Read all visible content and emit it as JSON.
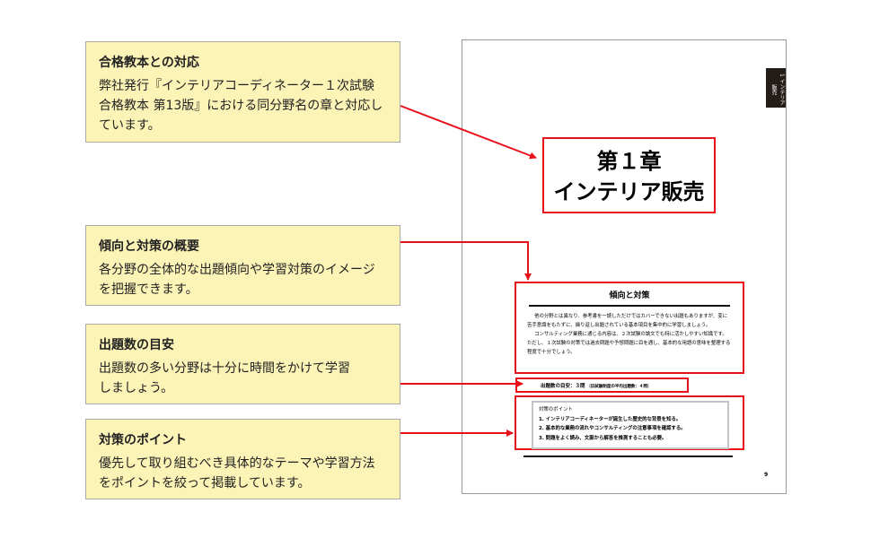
{
  "callouts": [
    {
      "title": "合格教本との対応",
      "text": "弊社発行『インテリアコーディネーター１次試験合格教本 第13版』における同分野名の章と対応しています。"
    },
    {
      "title": "傾向と対策の概要",
      "text": "各分野の全体的な出題傾向や学習対策のイメージを把握できます。"
    },
    {
      "title": "出題数の目安",
      "text": "出題数の多い分野は十分に時間をかけて学習しましょう。"
    },
    {
      "title": "対策のポイント",
      "text": "優先して取り組むべき具体的なテーマや学習方法をポイントを絞って掲載しています。"
    }
  ],
  "page": {
    "tab": "1 インテリア販売",
    "chapter_number": "第１章",
    "chapter_title": "インテリア販売",
    "section_title": "傾向と対策",
    "para1": "他の分野とは異なり、参考書を一読しただけではカバーできない出題もありますが、変に苦手意識をもたずに、繰り返し出題されている基本項目を集中的に学習しましょう。",
    "para2": "コンサルティング業務に通じる内容は、２次試験の論文でも特に活かしやすい知識です。ただし、１次試験の対策では過去問題や予想問題に目を通し、基本的な用語の意味を整理する程度で十分でしょう。",
    "count_main": "出題数の目安：３問",
    "count_note": "（旧試験制度の平均出題数：４問）",
    "points_title": "対策のポイント",
    "points": [
      "1. インテリアコーディネーターが誕生した歴史的な背景を知る。",
      "2. 基本的な業務の流れやコンサルティングの注意事項を確認する。",
      "3. 問題をよく読み、文脈から解答を推測することも必要。"
    ],
    "page_number": "9"
  },
  "colors": {
    "callout_bg": "#fcf3b6",
    "accent": "#e8101a"
  }
}
